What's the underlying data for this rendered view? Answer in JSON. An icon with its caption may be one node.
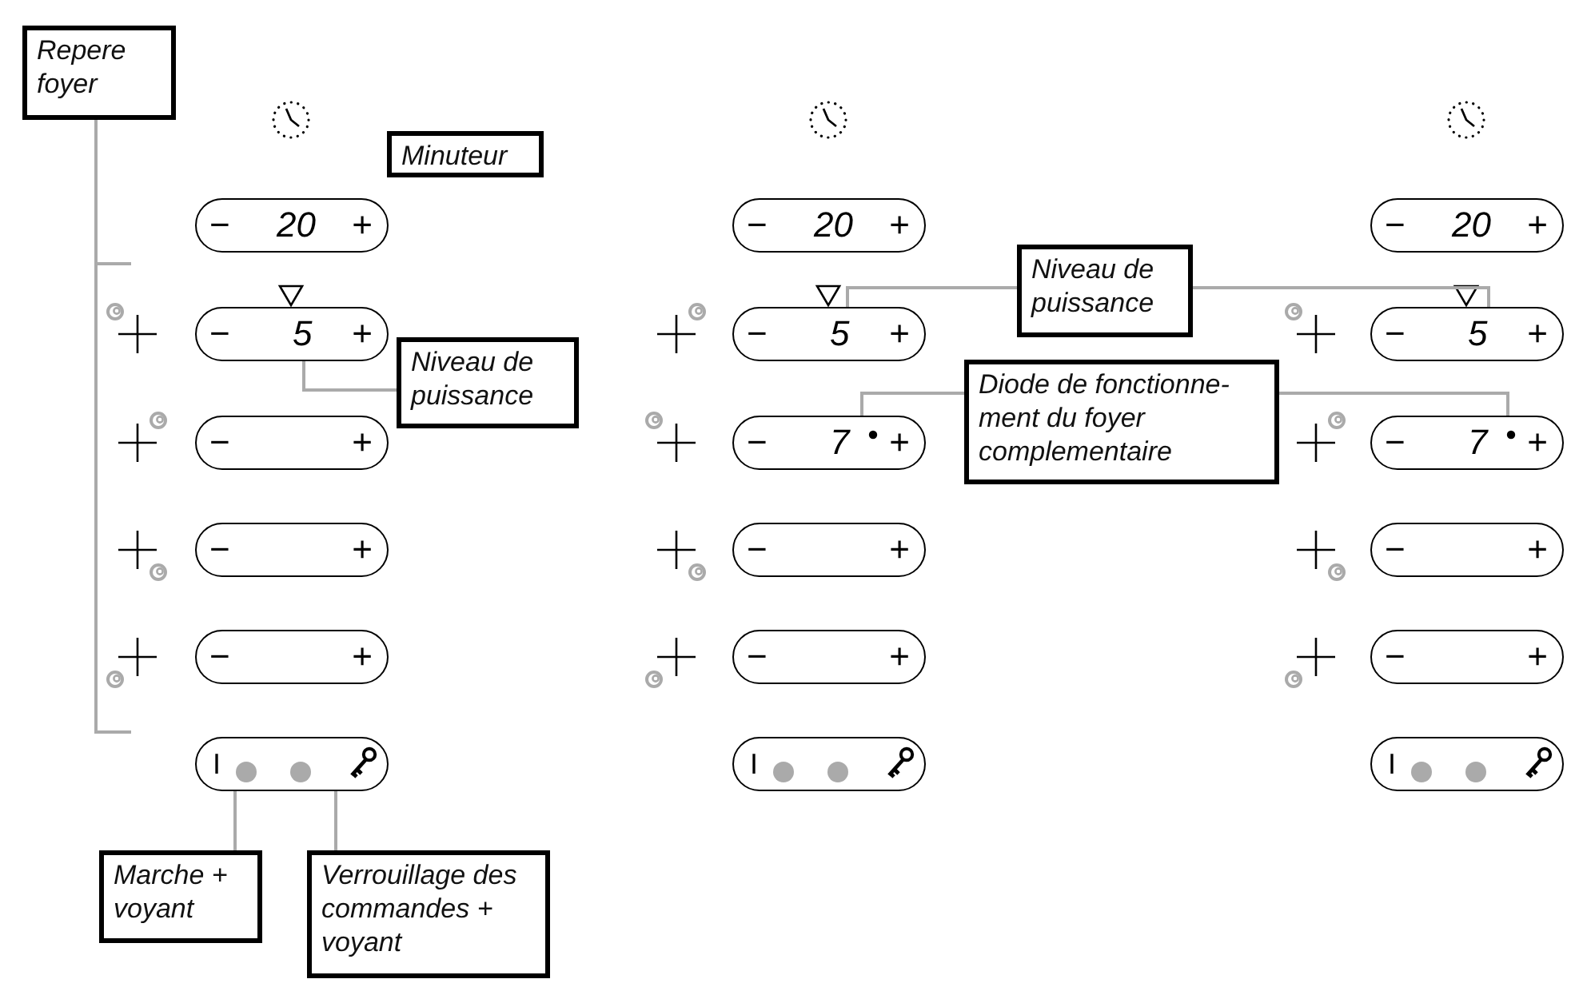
{
  "diagram": {
    "nodes": [
      {
        "text": [
          "Repere foyer"
        ]
      },
      {
        "text": [
          "Minuteur"
        ]
      },
      {
        "text": [
          "−",
          "20",
          "+"
        ]
      },
      {
        "text": [
          "−",
          "5",
          "+"
        ]
      },
      {
        "text": [
          "−",
          "+"
        ]
      },
      {
        "text": [
          "−",
          "+"
        ]
      },
      {
        "text": [
          "−",
          "+"
        ]
      },
      {
        "text": [
          "I"
        ]
      },
      {
        "text": [
          "Niveau de puissance"
        ]
      },
      {
        "text": [
          "Marche + voyant"
        ]
      },
      {
        "text": [
          "Verrouillage des commandes + voyant"
        ]
      },
      {
        "text": [
          "−",
          "20",
          "+"
        ]
      },
      {
        "text": [
          "−",
          "5",
          "+"
        ]
      },
      {
        "text": [
          "−",
          "7",
          "+"
        ]
      },
      {
        "text": [
          "−",
          "+"
        ]
      },
      {
        "text": [
          "−",
          "+"
        ]
      },
      {
        "text": [
          "I"
        ]
      },
      {
        "text": [
          "Niveau de puissance"
        ]
      },
      {
        "text": [
          "Diode de fonctionne- ment du foyer complementaire"
        ]
      },
      {
        "text": [
          "−",
          "20",
          "+"
        ]
      },
      {
        "text": [
          "−",
          "5",
          "+"
        ]
      },
      {
        "text": [
          "−",
          "7",
          "+"
        ]
      },
      {
        "text": [
          "−",
          "+"
        ]
      },
      {
        "text": [
          "−",
          "+"
        ]
      },
      {
        "text": [
          "I"
        ]
      }
    ],
    "edges": [
      {
        "from": 2,
        "to": 3,
        "arrow": "to"
      },
      {
        "from": 11,
        "to": 12,
        "arrow": "to"
      },
      {
        "from": 19,
        "to": 20,
        "arrow": "to"
      },
      {
        "from": 8,
        "to": 3,
        "arrow": "none"
      },
      {
        "from": 9,
        "to": 7,
        "arrow": "none"
      },
      {
        "from": 10,
        "to": 7,
        "arrow": "none"
      },
      {
        "from": 17,
        "to": 12,
        "arrow": "none"
      },
      {
        "from": 17,
        "to": 20,
        "arrow": "none"
      },
      {
        "from": 18,
        "to": 13,
        "arrow": "none"
      },
      {
        "from": 18,
        "to": 21,
        "arrow": "none"
      }
    ]
  }
}
